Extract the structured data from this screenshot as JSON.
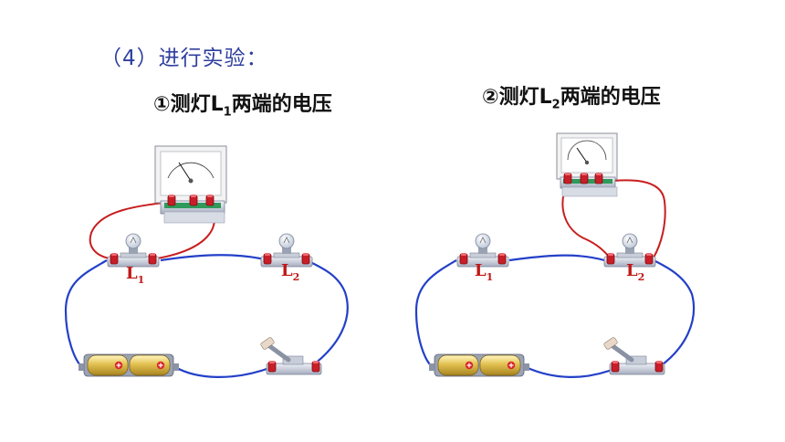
{
  "step": "（4）进行实验：",
  "circuit1": {
    "caption_main": "①测灯L",
    "caption_sub": "1",
    "caption_tail": "两端的电压",
    "lamp1_letter": "L",
    "lamp1_sub": "1",
    "lamp2_letter": "L",
    "lamp2_sub": "2"
  },
  "circuit2": {
    "caption_main": "②测灯L",
    "caption_sub": "2",
    "caption_tail": "两端的电压",
    "lamp1_letter": "L",
    "lamp1_sub": "1",
    "lamp2_letter": "L",
    "lamp2_sub": "2"
  },
  "colors": {
    "wire": "#2340c8",
    "meter_wire": "#c81e1e",
    "text_blue": "#2f3f9e",
    "label_red": "#c01818"
  }
}
